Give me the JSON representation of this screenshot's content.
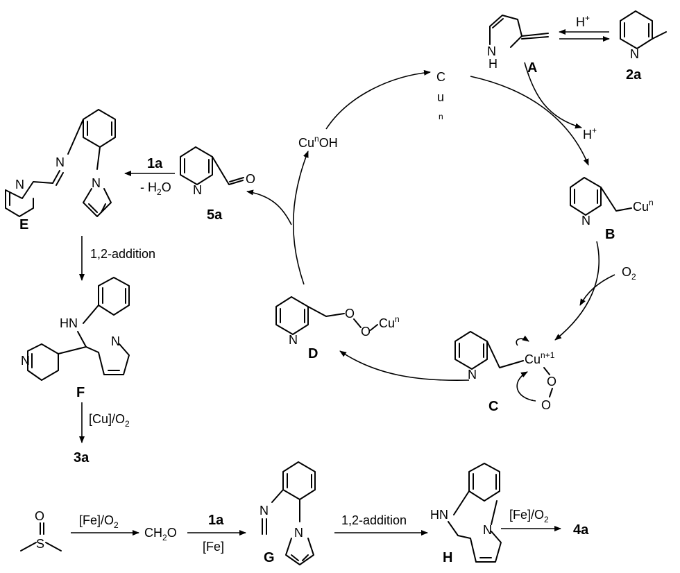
{
  "cycle_species": {
    "cu_n_vertical": [
      "C",
      "u",
      "n"
    ],
    "cu_n_oh": {
      "cu": "Cu",
      "n": "n",
      "oh": "OH"
    },
    "h_plus": {
      "h": "H",
      "plus": "+"
    },
    "o2": {
      "o": "O",
      "two": "2"
    }
  },
  "compound_labels": {
    "A": "A",
    "two_a": "2a",
    "B": "B",
    "C": "C",
    "D": "D",
    "five_a": "5a",
    "E": "E",
    "F": "F",
    "three_a": "3a",
    "G": "G",
    "H": "H",
    "four_a": "4a",
    "one_a": "1a"
  },
  "atoms": {
    "N": "N",
    "H": "H",
    "O": "O",
    "HN": "HN",
    "S": "S",
    "cu": "Cu",
    "cu_sup_n": "n",
    "cu_sup_n1": "n+1",
    "radical_dot": "·"
  },
  "reagents": {
    "minus_h2o": {
      "prefix": "- H",
      "sub": "2",
      "suffix": "O"
    },
    "addition_12": "1,2-addition",
    "cu_o2": {
      "main": "[Cu]/O",
      "sub": "2"
    },
    "fe_o2": {
      "main": "[Fe]/O",
      "sub": "2"
    },
    "ch2o": {
      "c": "CH",
      "sub": "2",
      "o": "O"
    },
    "fe": "[Fe]"
  }
}
